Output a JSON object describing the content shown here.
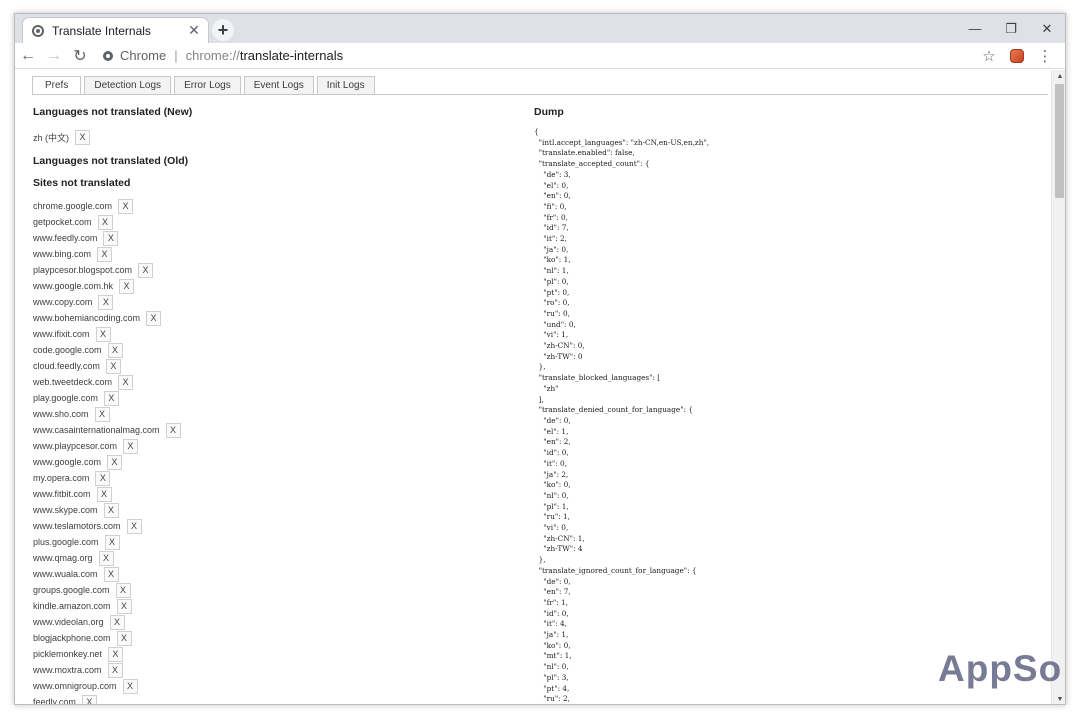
{
  "browser": {
    "tab_title": "Translate Internals",
    "omnibox": {
      "site": "Chrome",
      "scheme": "chrome://",
      "host": "translate-internals"
    }
  },
  "page_tabs": [
    "Prefs",
    "Detection Logs",
    "Error Logs",
    "Event Logs",
    "Init Logs"
  ],
  "prefs": {
    "languages_new_title": "Languages not translated (New)",
    "language_new_item": "zh (中文)",
    "languages_old_title": "Languages not translated (Old)",
    "sites_title": "Sites not translated",
    "sites": [
      "chrome.google.com",
      "getpocket.com",
      "www.feedly.com",
      "www.bing.com",
      "playpcesor.blogspot.com",
      "www.google.com.hk",
      "www.copy.com",
      "www.bohemiancoding.com",
      "www.ifixit.com",
      "code.google.com",
      "cloud.feedly.com",
      "web.tweetdeck.com",
      "play.google.com",
      "www.sho.com",
      "www.casainternationalmag.com",
      "www.playpcesor.com",
      "www.google.com",
      "my.opera.com",
      "www.fitbit.com",
      "www.skype.com",
      "www.teslamotors.com",
      "plus.google.com",
      "www.qmag.org",
      "www.wuala.com",
      "groups.google.com",
      "kindle.amazon.com",
      "www.videolan.org",
      "blogjackphone.com",
      "picklemonkey.net",
      "www.moxtra.com",
      "www.omnigroup.com",
      "feedly.com"
    ],
    "remove_label": "X"
  },
  "dump": {
    "title": "Dump",
    "text": "{\n  \"intl.accept_languages\": \"zh-CN,en-US,en,zh\",\n  \"translate.enabled\": false,\n  \"translate_accepted_count\": {\n    \"de\": 3,\n    \"el\": 0,\n    \"en\": 0,\n    \"fi\": 0,\n    \"fr\": 0,\n    \"id\": 7,\n    \"it\": 2,\n    \"ja\": 0,\n    \"ko\": 1,\n    \"nl\": 1,\n    \"pl\": 0,\n    \"pt\": 0,\n    \"ro\": 0,\n    \"ru\": 0,\n    \"und\": 0,\n    \"vi\": 1,\n    \"zh-CN\": 0,\n    \"zh-TW\": 0\n  },\n  \"translate_blocked_languages\": [\n    \"zh\"\n  ],\n  \"translate_denied_count_for_language\": {\n    \"de\": 0,\n    \"el\": 1,\n    \"en\": 2,\n    \"id\": 0,\n    \"it\": 0,\n    \"ja\": 2,\n    \"ko\": 0,\n    \"nl\": 0,\n    \"pl\": 1,\n    \"ru\": 1,\n    \"vi\": 0,\n    \"zh-CN\": 1,\n    \"zh-TW\": 4\n  },\n  \"translate_ignored_count_for_language\": {\n    \"de\": 0,\n    \"en\": 7,\n    \"fr\": 1,\n    \"id\": 0,\n    \"it\": 4,\n    \"ja\": 1,\n    \"ko\": 0,\n    \"mt\": 1,\n    \"nl\": 0,\n    \"pl\": 3,\n    \"pt\": 4,\n    \"ru\": 2,"
  },
  "watermark": "AppSo"
}
